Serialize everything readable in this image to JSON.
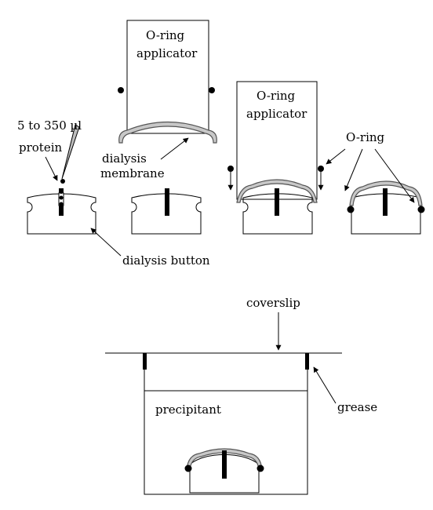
{
  "labels": {
    "protein_volume": "5 to 350 µl",
    "protein": "protein",
    "applicator_1_line1": "O-ring",
    "applicator_1_line2": "applicator",
    "applicator_2_line1": "O-ring",
    "applicator_2_line2": "applicator",
    "dialysis_membrane_line1": "dialysis",
    "dialysis_membrane_line2": "membrane",
    "o_ring": "O-ring",
    "dialysis_button": "dialysis button",
    "coverslip": "coverslip",
    "grease": "grease",
    "precipitant": "precipitant"
  },
  "colors": {
    "ink": "#000000",
    "membrane": "#c8c8c8",
    "membrane_edge": "#555555",
    "background": "#ffffff"
  }
}
